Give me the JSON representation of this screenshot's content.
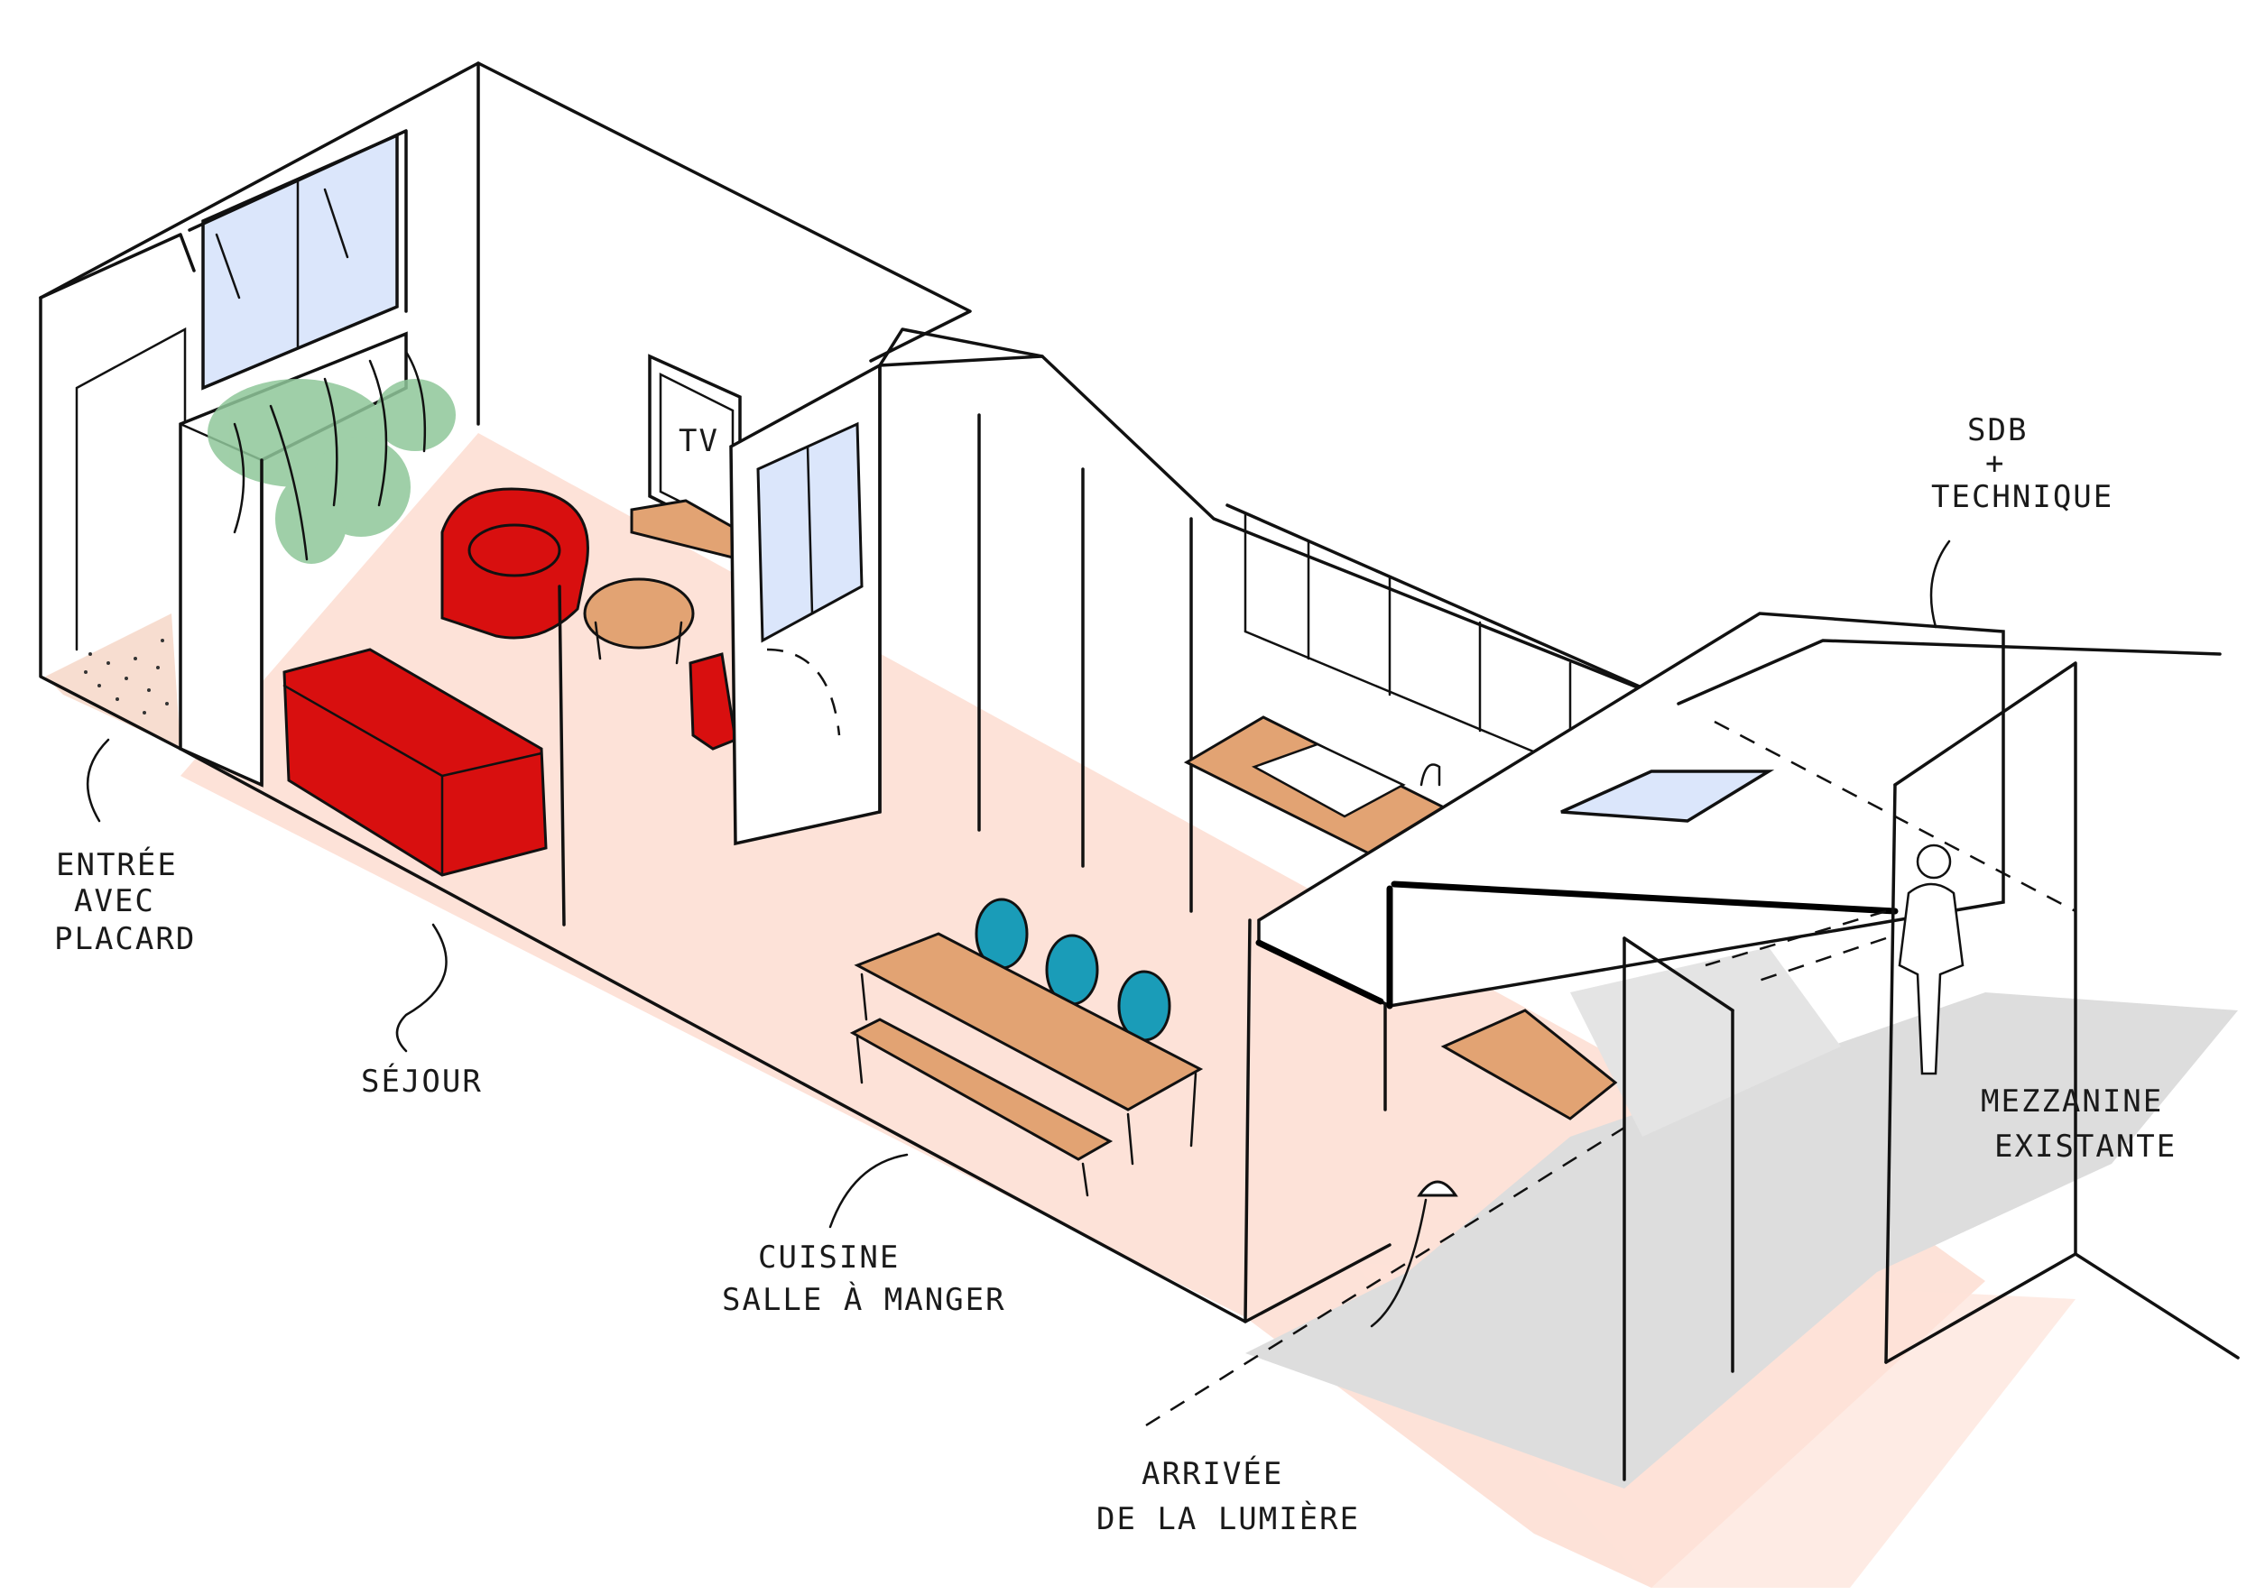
{
  "labels": {
    "entree_line1": "ENTRÉE",
    "entree_line2": "AVEC",
    "entree_line3": "PLACARD",
    "sejour": "SÉJOUR",
    "cuisine_line1": "CUISINE",
    "cuisine_line2": "SALLE À MANGER",
    "arrivee_line1": "ARRIVÉE",
    "arrivee_line2": "DE LA LUMIÈRE",
    "sdb_line1": "SDB",
    "sdb_line2": "+",
    "sdb_line3": "TECHNIQUE",
    "mezzanine_line1": "MEZZANINE",
    "mezzanine_line2": "EXISTANTE",
    "tv": "TV"
  },
  "colors": {
    "floor": "#fde2d8",
    "sofa_red": "#d80f0f",
    "wood": "#e2a373",
    "chair_teal": "#1a9cb8",
    "window_blue": "#dbe6fb",
    "plant_green": "#8fc79a",
    "shadow_gray": "#dddddd",
    "entry_floor": "#f7ddd0"
  }
}
